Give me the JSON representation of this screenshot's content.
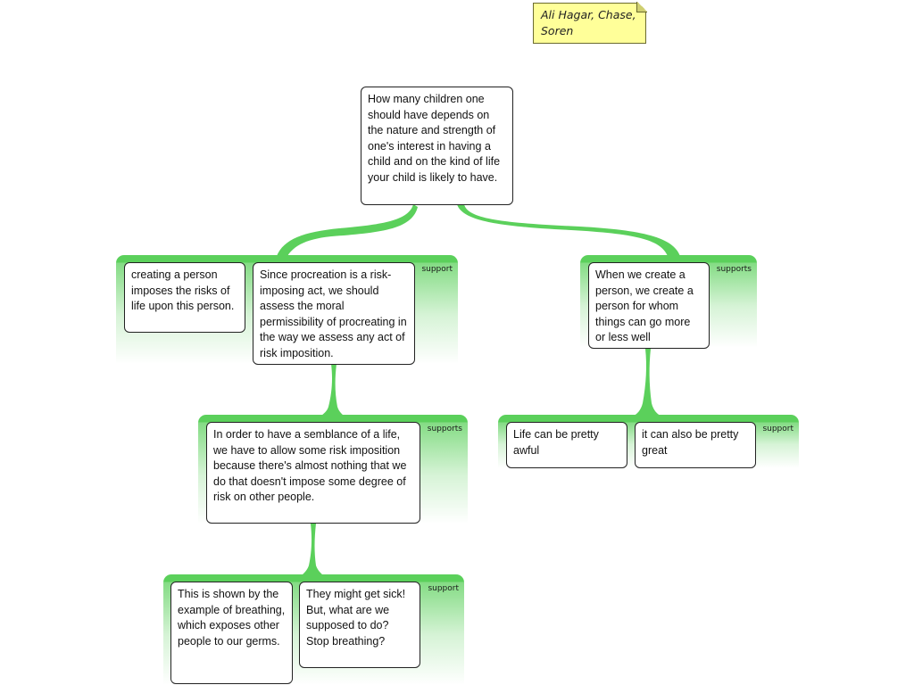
{
  "note": {
    "text": "Ali Hagar, Chase,\nSoren"
  },
  "claim": {
    "text": "How many children one should have depends on the nature and strength of one's interest in having a child and on the kind of life your child is likely to have."
  },
  "groups": {
    "left_support": {
      "label": "support",
      "premise_1": "creating a person imposes the risks of life upon this person.",
      "premise_2": "Since procreation is a risk-imposing act, we should assess the moral permissibility of procreating in the way we assess any act of risk imposition."
    },
    "right_supports": {
      "label": "supports",
      "premise_1": "When we create a person, we create a person for whom things can go more or less well"
    },
    "middle_supports": {
      "label": "supports",
      "premise_1": "In order to have a semblance of a life, we have to allow some risk imposition because there's almost nothing that we do that doesn't impose some degree of risk on other people."
    },
    "right_lower_support": {
      "label": "support",
      "premise_1": "Life can be pretty awful",
      "premise_2": "it can also be pretty great"
    },
    "bottom_support": {
      "label": "support",
      "premise_1": "This is shown by the example of breathing, which exposes other people to our germs.",
      "premise_2": "They might get sick! But, what are we supposed to do? Stop breathing?"
    }
  },
  "colors": {
    "connector": "#5bd05b",
    "note_bg": "#ffff99",
    "box_border": "#222222"
  }
}
